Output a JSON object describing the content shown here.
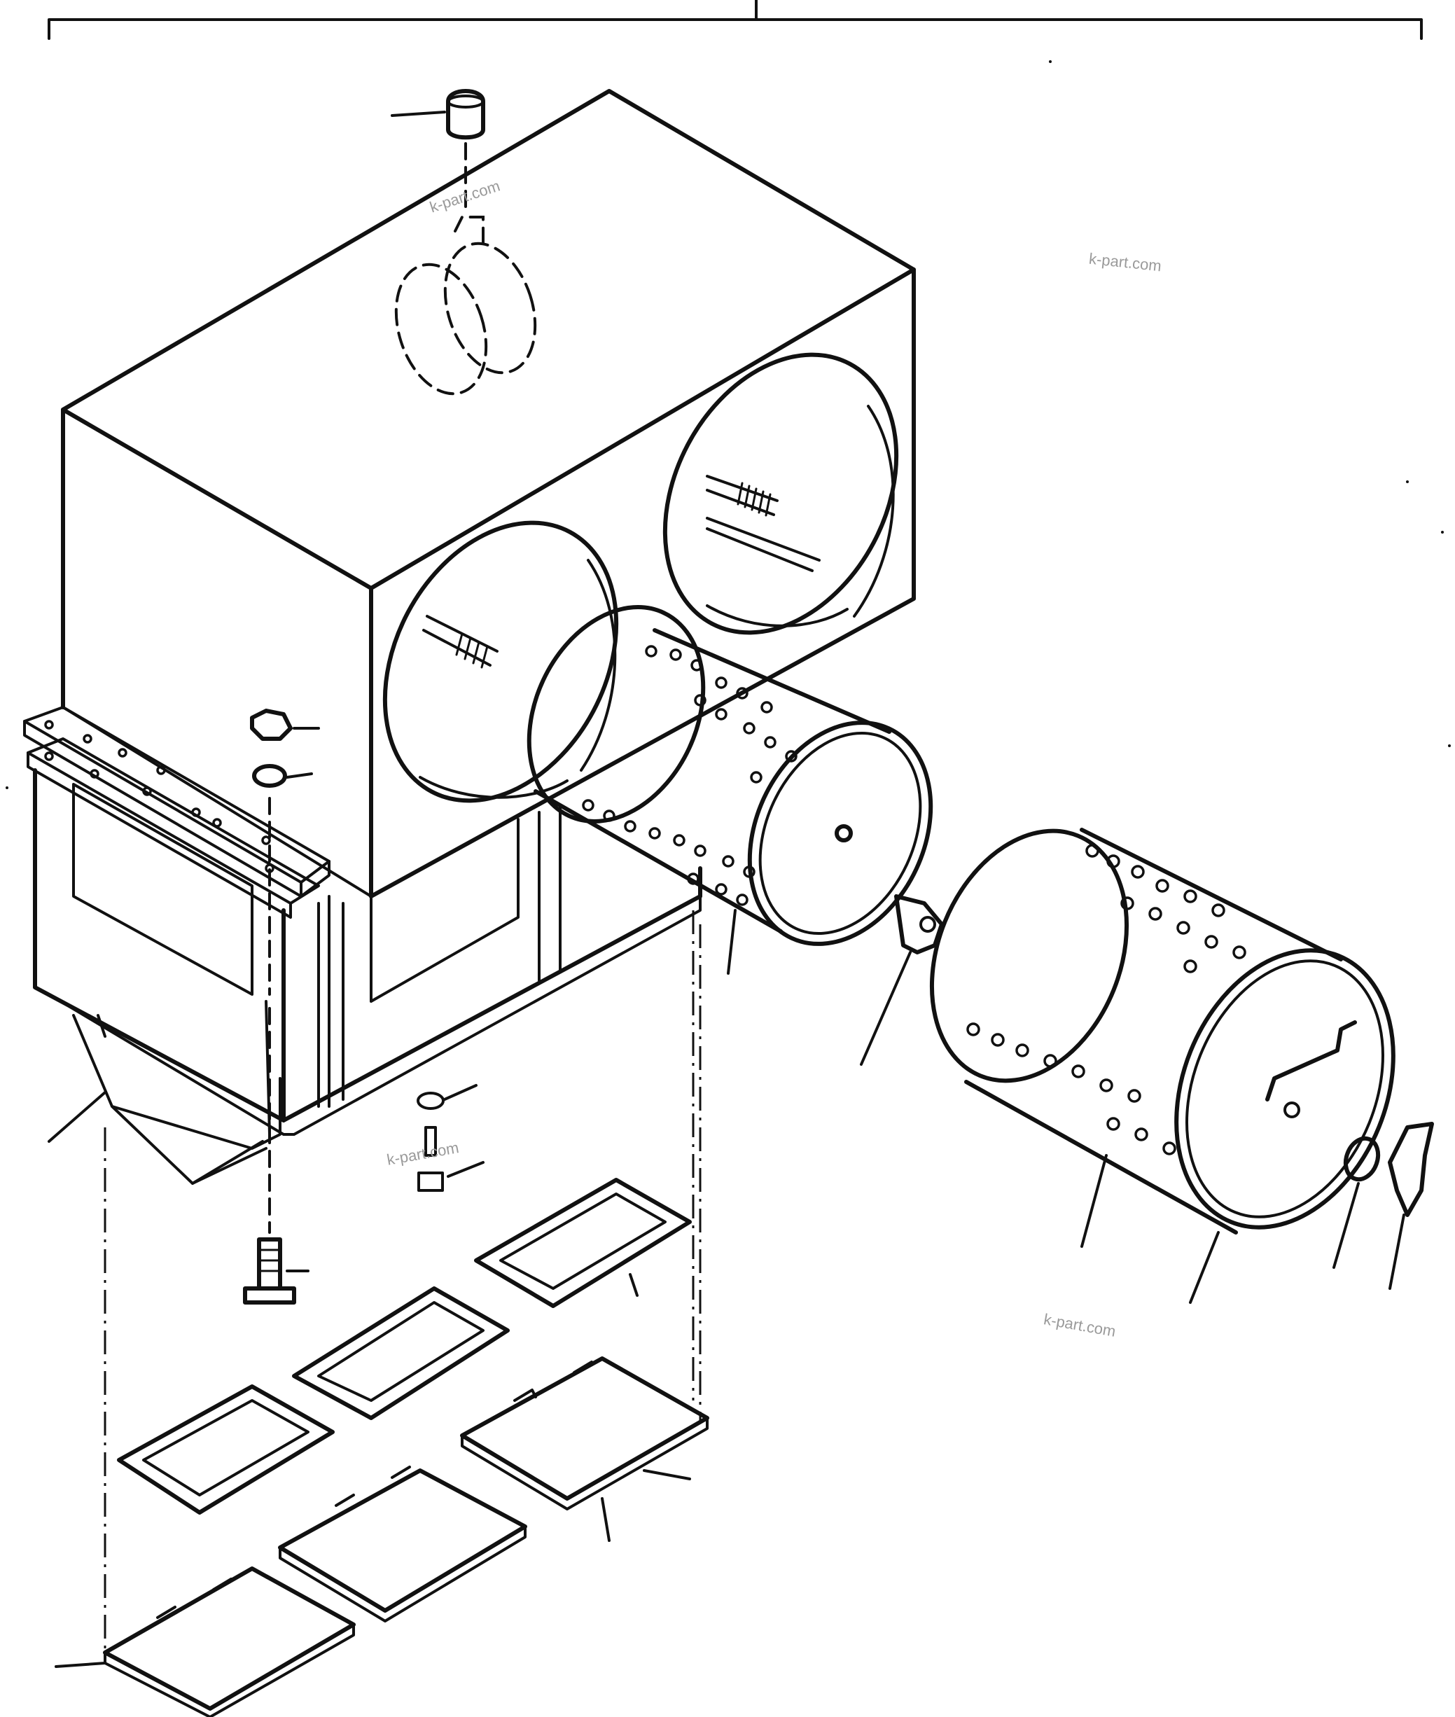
{
  "watermarks": {
    "top_center": "k-part.com",
    "upper_right": "k-part.com",
    "lower_center": "k-part.com",
    "lower_right": "k-part.com"
  },
  "parts": [
    "cap",
    "air-cleaner-housing",
    "hex-nut",
    "lock-washer",
    "bolt",
    "lower-hopper",
    "inner-filter-element",
    "wing-nut-small",
    "outer-filter-element",
    "washer",
    "wing-nut",
    "gasket",
    "dust-pan"
  ]
}
